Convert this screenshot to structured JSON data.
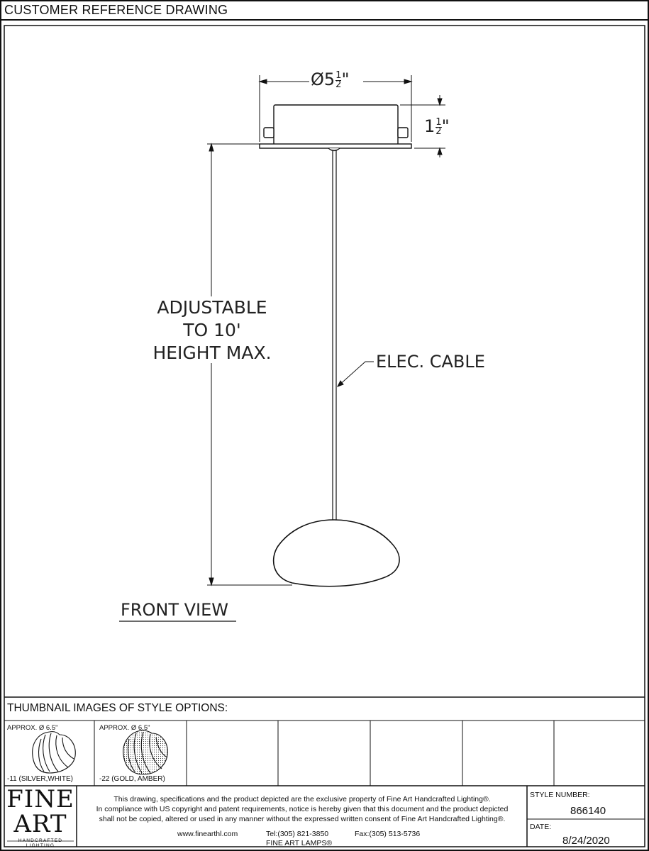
{
  "header": {
    "title": "CUSTOMER REFERENCE DRAWING"
  },
  "drawing": {
    "diameter_label": "Ø5",
    "diameter_frac_num": "1",
    "diameter_frac_den": "2",
    "diameter_unit": "\"",
    "height_whole": "1",
    "height_frac_num": "1",
    "height_frac_den": "2",
    "height_unit": "\"",
    "adjustable_lines": [
      "ADJUSTABLE",
      "TO 10'",
      "HEIGHT MAX."
    ],
    "cable_label": "ELEC. CABLE",
    "view_label": "FRONT VIEW"
  },
  "thumbnails": {
    "title": "THUMBNAIL IMAGES OF STYLE OPTIONS:",
    "options": [
      {
        "size": "APPROX. Ø 6.5\"",
        "code": "-11 (SILVER,WHITE)"
      },
      {
        "size": "APPROX. Ø 6.5\"",
        "code": "-22 (GOLD, AMBER)"
      }
    ]
  },
  "footer": {
    "logo_line1": "FINE",
    "logo_line2": "ART",
    "logo_tagline": "HANDCRAFTED LIGHTING",
    "legal_1": "This drawing, specifications and the product depicted are the exclusive property of Fine Art Handcrafted Lighting®.",
    "legal_2": "In compliance with US copyright and patent requirements, notice is hereby given that this document and the product depicted",
    "legal_3": "shall not be copied, altered or used in any manner without the expressed written consent of Fine Art Handcrafted Lighting®.",
    "website": "www.finearthl.com",
    "tel": "Tel:(305) 821-3850",
    "fax": "Fax:(305) 513-5736",
    "brand": "FINE ART LAMPS®",
    "style_label": "STYLE NUMBER:",
    "style_number": "866140",
    "date_label": "DATE:",
    "date": "8/24/2020"
  }
}
